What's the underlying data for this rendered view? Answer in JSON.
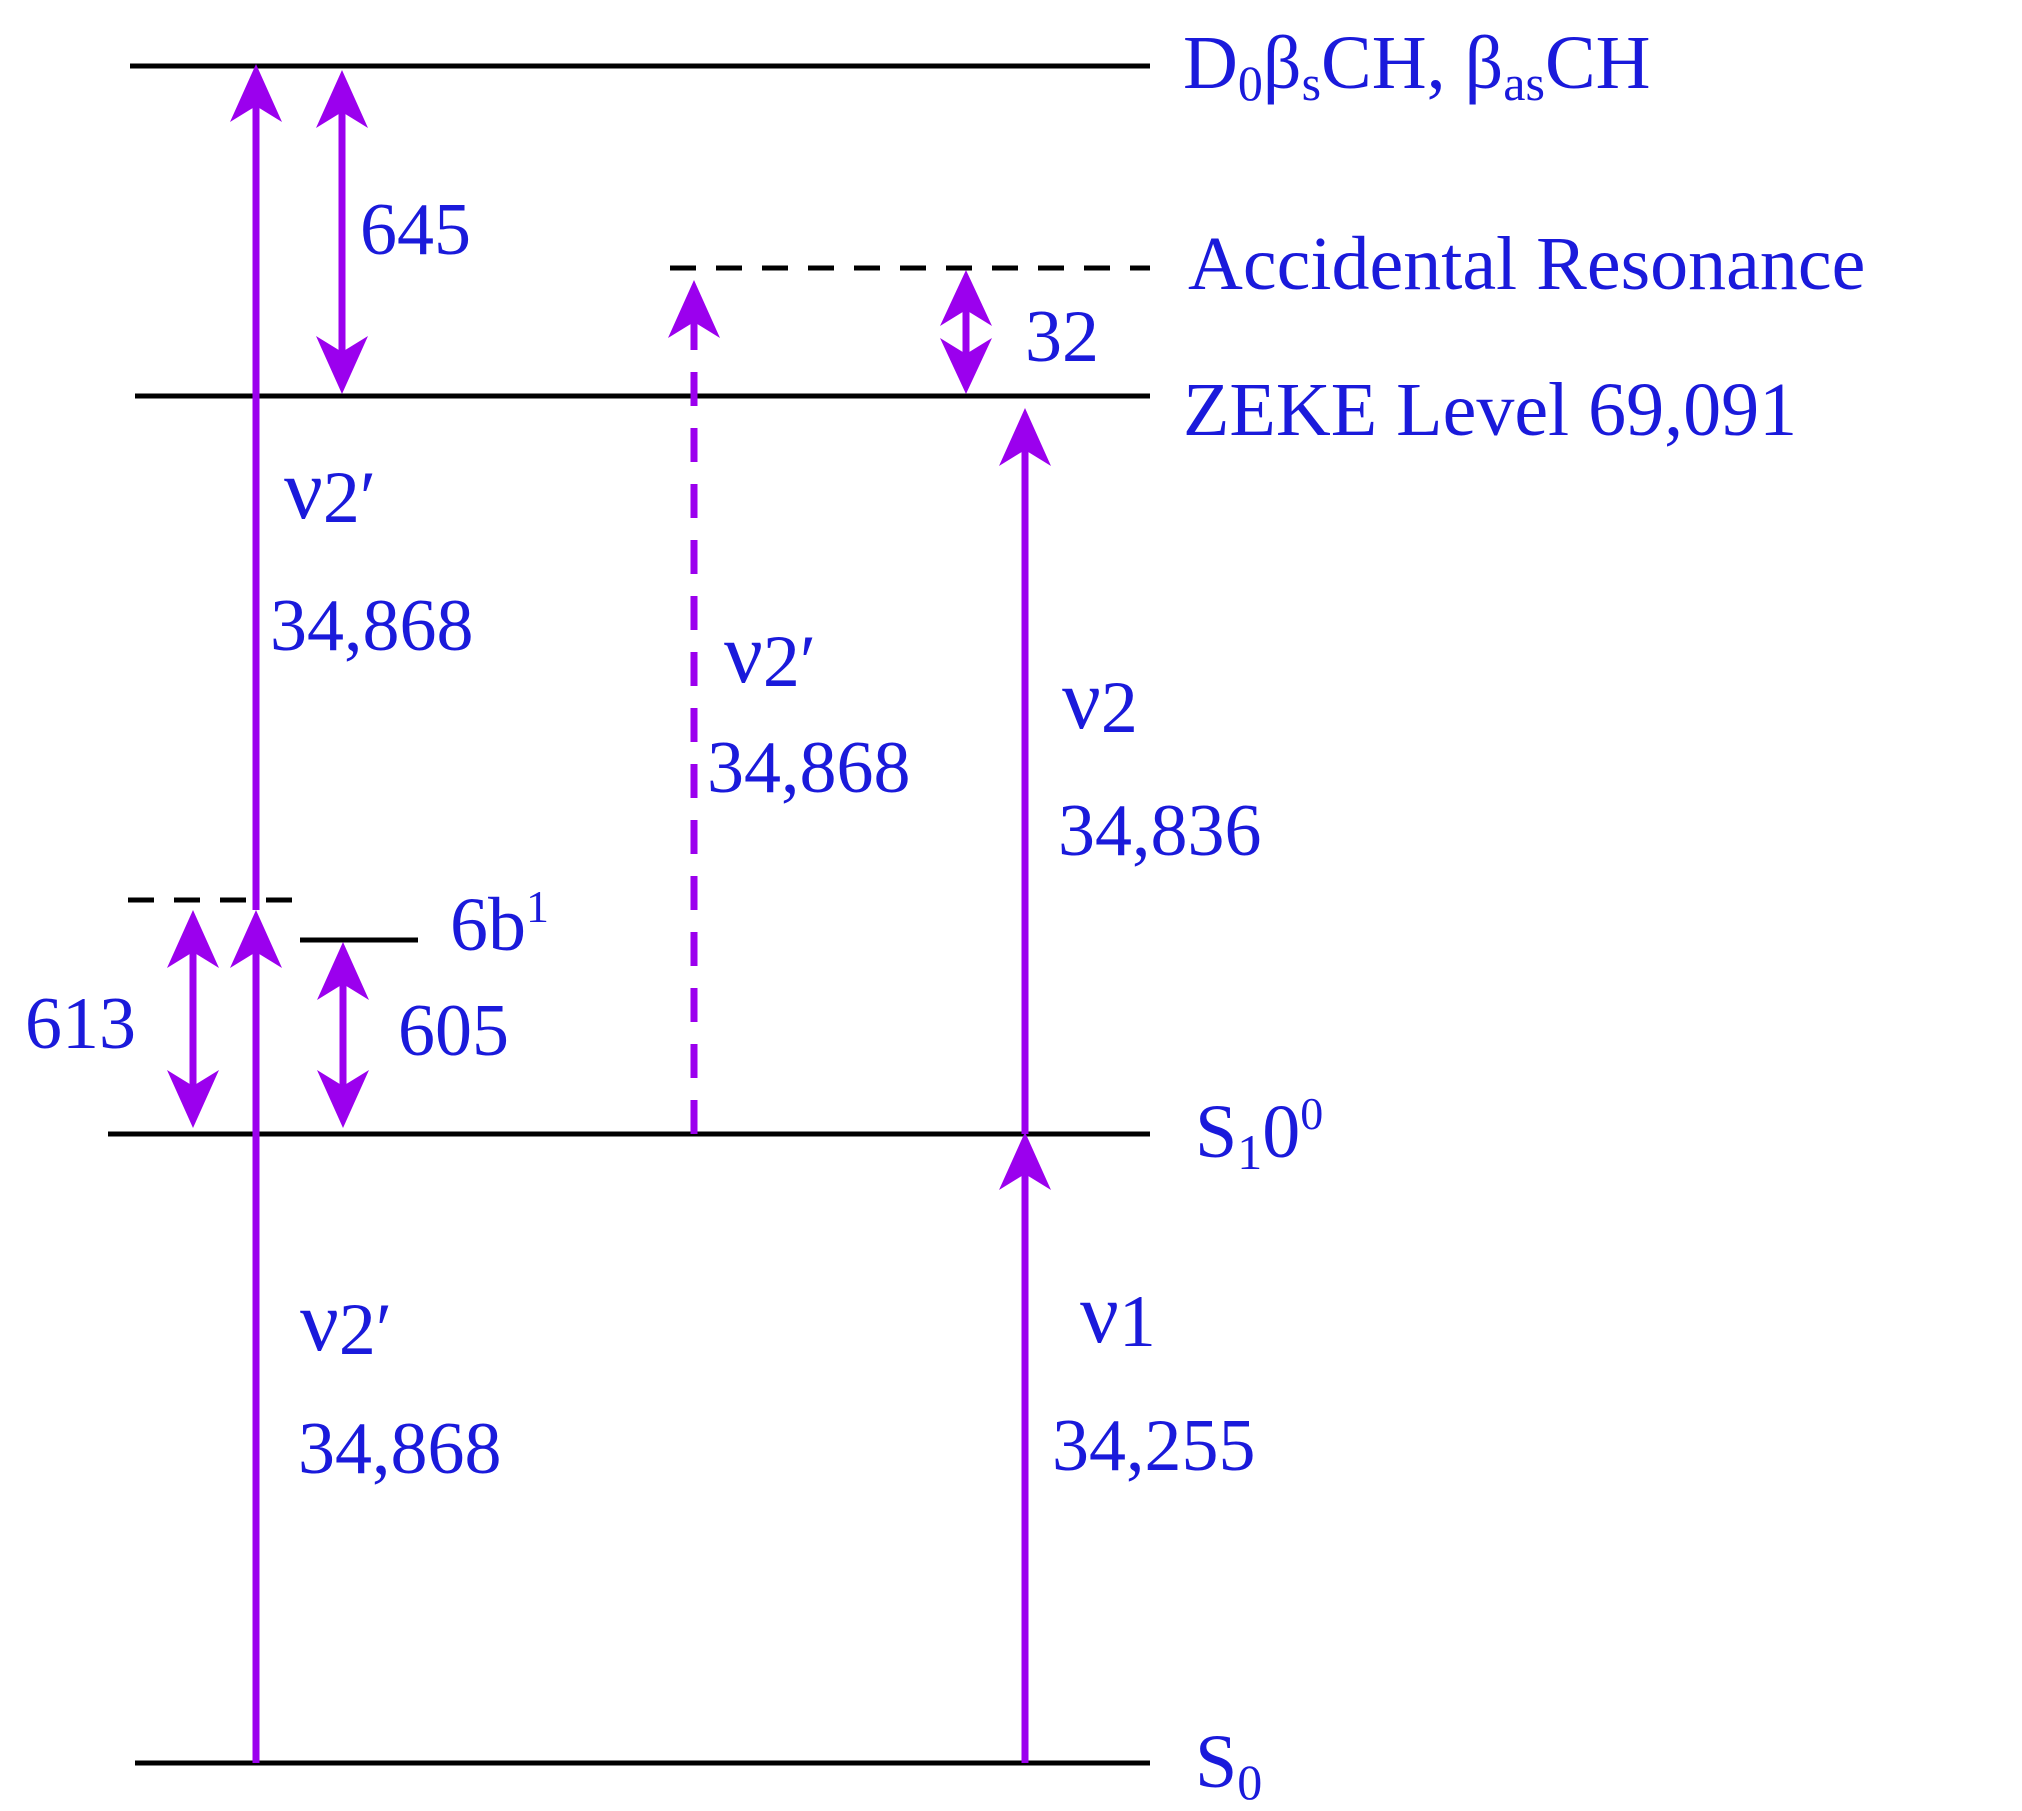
{
  "levels": {
    "d0_prefix": "D",
    "d0_sub0": "0",
    "d0_beta1": "β",
    "d0_sub_s": "s",
    "d0_mid": "CH, ",
    "d0_beta2": "β",
    "d0_sub_as": "as",
    "d0_tail": "CH",
    "accidental": "Accidental Resonance",
    "zeke": "ZEKE Level 69,091",
    "s1_base": "S",
    "s1_sub": "1",
    "s1_zero": "0",
    "s1_sup": "0",
    "s0_base": "S",
    "s0_sub": "0",
    "sixb_base": "6b",
    "sixb_sup": "1"
  },
  "gaps": {
    "g645": "645",
    "g32": "32",
    "g613": "613",
    "g605": "605"
  },
  "transitions": {
    "upper_left_nu": "ν",
    "upper_left_sub": "2′",
    "upper_left_value": "34,868",
    "middle_nu": "ν",
    "middle_sub": "2′",
    "middle_value": "34,868",
    "lower_left_nu": "ν",
    "lower_left_sub": "2′",
    "lower_left_value": "34,868",
    "nu2": "ν",
    "nu2_sub": "2",
    "nu2_value": "34,836",
    "nu1": "ν",
    "nu1_sub": "1",
    "nu1_value": "34,255"
  },
  "colors": {
    "text": "#1a1adb",
    "arrow": "#9b00ee",
    "level": "#000000"
  }
}
